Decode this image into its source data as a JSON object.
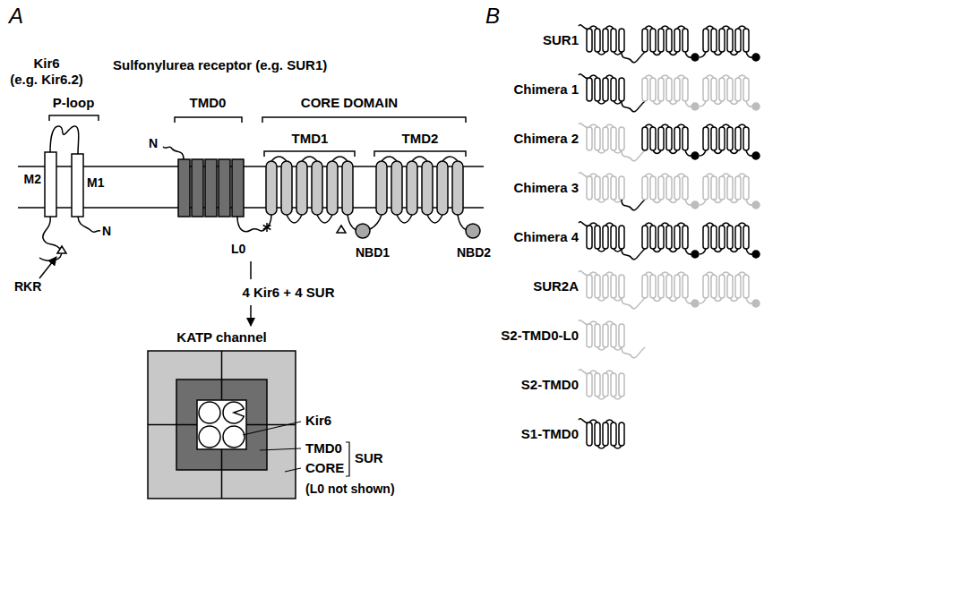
{
  "diagram": {
    "nodes": [
      {
        "text": [
          "KATP channel"
        ]
      }
    ],
    "labels": [
      "A",
      "Kir6",
      "(e.g. Kir6.2)",
      "Sulfonylurea receptor (e.g. SUR1)",
      "P-loop",
      "TMD0",
      "CORE DOMAIN",
      "TMD1",
      "TMD2",
      "N",
      "N",
      "M2",
      "M1",
      "L0",
      "NBD1",
      "NBD2",
      "RKR",
      "4 Kir6 + 4 SUR",
      "Kir6",
      "TMD0",
      "CORE",
      "SUR",
      "(L0 not shown)",
      "B",
      "SUR1",
      "Chimera 1",
      "Chimera 2",
      "Chimera 3",
      "Chimera 4",
      "SUR2A",
      "S2-TMD0-L0",
      "S2-TMD0",
      "S1-TMD0"
    ]
  }
}
